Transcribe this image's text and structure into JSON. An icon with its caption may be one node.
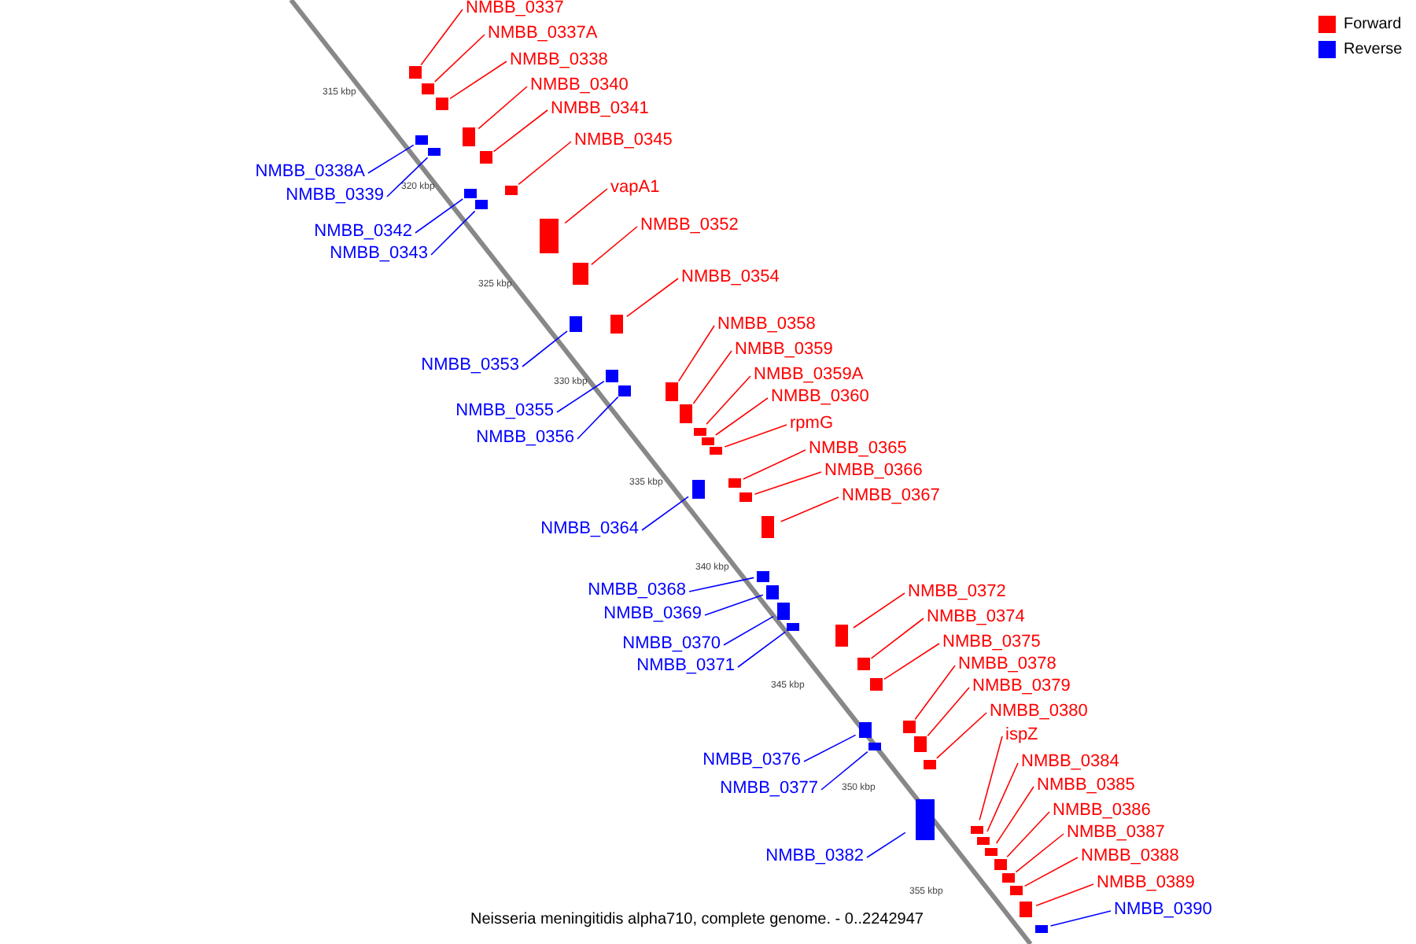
{
  "diagram": {
    "caption": "Neisseria meningitidis alpha710, complete genome. - 0..2242947",
    "nodes": [
      {
        "text": [
          "NMBB_0337"
        ]
      },
      {
        "text": [
          "NMBB_0337A"
        ]
      },
      {
        "text": [
          "NMBB_0338"
        ]
      },
      {
        "text": [
          "NMBB_0340"
        ]
      },
      {
        "text": [
          "NMBB_0341"
        ]
      },
      {
        "text": [
          "NMBB_0345"
        ]
      },
      {
        "text": [
          "vapA1"
        ]
      },
      {
        "text": [
          "NMBB_0352"
        ]
      },
      {
        "text": [
          "NMBB_0354"
        ]
      },
      {
        "text": [
          "NMBB_0358"
        ]
      },
      {
        "text": [
          "NMBB_0359"
        ]
      },
      {
        "text": [
          "NMBB_0359A"
        ]
      },
      {
        "text": [
          "NMBB_0360"
        ]
      },
      {
        "text": [
          "rpmG"
        ]
      },
      {
        "text": [
          "NMBB_0365"
        ]
      },
      {
        "text": [
          "NMBB_0366"
        ]
      },
      {
        "text": [
          "NMBB_0367"
        ]
      },
      {
        "text": [
          "NMBB_0372"
        ]
      },
      {
        "text": [
          "NMBB_0374"
        ]
      },
      {
        "text": [
          "NMBB_0375"
        ]
      },
      {
        "text": [
          "NMBB_0378"
        ]
      },
      {
        "text": [
          "NMBB_0379"
        ]
      },
      {
        "text": [
          "NMBB_0380"
        ]
      },
      {
        "text": [
          "ispZ"
        ]
      },
      {
        "text": [
          "NMBB_0384"
        ]
      },
      {
        "text": [
          "NMBB_0385"
        ]
      },
      {
        "text": [
          "NMBB_0386"
        ]
      },
      {
        "text": [
          "NMBB_0387"
        ]
      },
      {
        "text": [
          "NMBB_0388"
        ]
      },
      {
        "text": [
          "NMBB_0389"
        ]
      },
      {
        "text": [
          "NMBB_0338A"
        ]
      },
      {
        "text": [
          "NMBB_0339"
        ]
      },
      {
        "text": [
          "NMBB_0342"
        ]
      },
      {
        "text": [
          "NMBB_0343"
        ]
      },
      {
        "text": [
          "NMBB_0353"
        ]
      },
      {
        "text": [
          "NMBB_0355"
        ]
      },
      {
        "text": [
          "NMBB_0356"
        ]
      },
      {
        "text": [
          "NMBB_0364"
        ]
      },
      {
        "text": [
          "NMBB_0368"
        ]
      },
      {
        "text": [
          "NMBB_0369"
        ]
      },
      {
        "text": [
          "NMBB_0370"
        ]
      },
      {
        "text": [
          "NMBB_0371"
        ]
      },
      {
        "text": [
          "NMBB_0376"
        ]
      },
      {
        "text": [
          "NMBB_0377"
        ]
      },
      {
        "text": [
          "NMBB_0382"
        ]
      },
      {
        "text": [
          "NMBB_0390"
        ]
      },
      {
        "text": [],
        "shape": "bar"
      },
      {
        "text": [],
        "shape": "bar"
      },
      {
        "text": [],
        "shape": "bar"
      },
      {
        "text": [],
        "shape": "bar"
      },
      {
        "text": [],
        "shape": "bar"
      },
      {
        "text": [],
        "shape": "bar"
      },
      {
        "text": [],
        "shape": "bar"
      },
      {
        "text": [],
        "shape": "bar"
      },
      {
        "text": [],
        "shape": "bar"
      },
      {
        "text": [],
        "shape": "bar"
      },
      {
        "text": [],
        "shape": "bar"
      },
      {
        "text": [],
        "shape": "bar"
      },
      {
        "text": [],
        "shape": "bar"
      },
      {
        "text": [],
        "shape": "bar"
      },
      {
        "text": [],
        "shape": "bar"
      },
      {
        "text": [],
        "shape": "bar"
      },
      {
        "text": [],
        "shape": "bar"
      },
      {
        "text": [],
        "shape": "bar"
      },
      {
        "text": [],
        "shape": "bar"
      },
      {
        "text": [],
        "shape": "bar"
      },
      {
        "text": [],
        "shape": "bar"
      },
      {
        "text": [],
        "shape": "bar"
      },
      {
        "text": [],
        "shape": "bar"
      },
      {
        "text": [],
        "shape": "bar"
      },
      {
        "text": [],
        "shape": "bar"
      },
      {
        "text": [],
        "shape": "bar"
      },
      {
        "text": [],
        "shape": "bar"
      },
      {
        "text": [],
        "shape": "bar"
      },
      {
        "text": [],
        "shape": "bar"
      },
      {
        "text": [],
        "shape": "bar"
      },
      {
        "text": [],
        "shape": "bar"
      },
      {
        "text": [],
        "shape": "bar"
      },
      {
        "text": [],
        "shape": "bar"
      },
      {
        "text": [],
        "shape": "bar"
      },
      {
        "text": [],
        "shape": "bar"
      },
      {
        "text": [],
        "shape": "bar"
      },
      {
        "text": [],
        "shape": "bar"
      },
      {
        "text": [],
        "shape": "bar"
      },
      {
        "text": [],
        "shape": "bar"
      },
      {
        "text": [],
        "shape": "bar"
      },
      {
        "text": [],
        "shape": "bar"
      },
      {
        "text": [],
        "shape": "bar"
      },
      {
        "text": [],
        "shape": "bar"
      },
      {
        "text": [],
        "shape": "bar"
      },
      {
        "text": [],
        "shape": "bar"
      },
      {
        "text": [],
        "shape": "bar"
      }
    ],
    "edges": [
      {
        "from": 0,
        "to": 46,
        "arrow": "none"
      },
      {
        "from": 1,
        "to": 47,
        "arrow": "none"
      },
      {
        "from": 2,
        "to": 48,
        "arrow": "none"
      },
      {
        "from": 3,
        "to": 49,
        "arrow": "none"
      },
      {
        "from": 4,
        "to": 50,
        "arrow": "none"
      },
      {
        "from": 5,
        "to": 51,
        "arrow": "none"
      },
      {
        "from": 6,
        "to": 52,
        "arrow": "none"
      },
      {
        "from": 7,
        "to": 53,
        "arrow": "none"
      },
      {
        "from": 8,
        "to": 54,
        "arrow": "none"
      },
      {
        "from": 9,
        "to": 55,
        "arrow": "none"
      },
      {
        "from": 10,
        "to": 56,
        "arrow": "none"
      },
      {
        "from": 11,
        "to": 57,
        "arrow": "none"
      },
      {
        "from": 12,
        "to": 58,
        "arrow": "none"
      },
      {
        "from": 13,
        "to": 59,
        "arrow": "none"
      },
      {
        "from": 14,
        "to": 60,
        "arrow": "none"
      },
      {
        "from": 15,
        "to": 61,
        "arrow": "none"
      },
      {
        "from": 16,
        "to": 62,
        "arrow": "none"
      },
      {
        "from": 17,
        "to": 63,
        "arrow": "none"
      },
      {
        "from": 18,
        "to": 64,
        "arrow": "none"
      },
      {
        "from": 19,
        "to": 65,
        "arrow": "none"
      },
      {
        "from": 20,
        "to": 66,
        "arrow": "none"
      },
      {
        "from": 21,
        "to": 67,
        "arrow": "none"
      },
      {
        "from": 22,
        "to": 68,
        "arrow": "none"
      },
      {
        "from": 23,
        "to": 69,
        "arrow": "none"
      },
      {
        "from": 24,
        "to": 70,
        "arrow": "none"
      },
      {
        "from": 25,
        "to": 71,
        "arrow": "none"
      },
      {
        "from": 26,
        "to": 72,
        "arrow": "none"
      },
      {
        "from": 27,
        "to": 73,
        "arrow": "none"
      },
      {
        "from": 28,
        "to": 74,
        "arrow": "none"
      },
      {
        "from": 29,
        "to": 75,
        "arrow": "none"
      },
      {
        "from": 30,
        "to": 76,
        "arrow": "none",
        "color": "#0000ff"
      },
      {
        "from": 31,
        "to": 77,
        "arrow": "none",
        "color": "#0000ff"
      },
      {
        "from": 32,
        "to": 78,
        "arrow": "none",
        "color": "#0000ff"
      },
      {
        "from": 33,
        "to": 79,
        "arrow": "none",
        "color": "#0000ff"
      },
      {
        "from": 34,
        "to": 80,
        "arrow": "none",
        "color": "#0000ff"
      },
      {
        "from": 35,
        "to": 81,
        "arrow": "none",
        "color": "#0000ff"
      },
      {
        "from": 36,
        "to": 82,
        "arrow": "none",
        "color": "#0000ff"
      },
      {
        "from": 37,
        "to": 83,
        "arrow": "none",
        "color": "#0000ff"
      },
      {
        "from": 38,
        "to": 84,
        "arrow": "none",
        "color": "#0000ff"
      },
      {
        "from": 39,
        "to": 85,
        "arrow": "none",
        "color": "#0000ff"
      },
      {
        "from": 40,
        "to": 86,
        "arrow": "none",
        "color": "#0000ff"
      },
      {
        "from": 41,
        "to": 87,
        "arrow": "none",
        "color": "#0000ff"
      },
      {
        "from": 42,
        "to": 88,
        "arrow": "none",
        "color": "#0000ff"
      },
      {
        "from": 43,
        "to": 89,
        "arrow": "none",
        "color": "#0000ff"
      },
      {
        "from": 44,
        "to": 90,
        "arrow": "none",
        "color": "#0000ff"
      },
      {
        "from": 45,
        "to": 91,
        "arrow": "none",
        "color": "#0000ff"
      }
    ],
    "labels": [
      "315 kbp",
      "320 kbp",
      "325 kbp",
      "330 kbp",
      "335 kbp",
      "340 kbp",
      "345 kbp",
      "350 kbp",
      "355 kbp"
    ],
    "legend": [
      {
        "text": "Forward",
        "color": "#ff0000"
      },
      {
        "text": "Reverse",
        "color": "#0000ff"
      }
    ]
  }
}
